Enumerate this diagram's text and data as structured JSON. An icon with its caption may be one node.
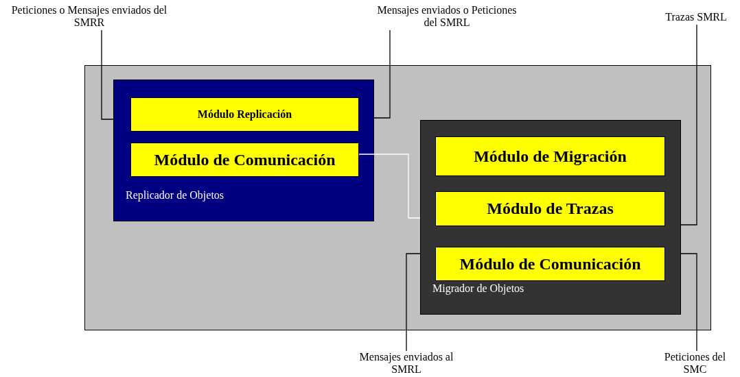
{
  "diagram": {
    "nodes": [
      {
        "text": [],
        "shape": "box"
      },
      {
        "text": [
          "Replicador de Objetos"
        ],
        "in": 0
      },
      {
        "text": [
          "Módulo Replicación"
        ],
        "in": 1
      },
      {
        "text": [
          "Módulo de Comunicación"
        ],
        "in": 1
      },
      {
        "text": [
          "Migrador de Objetos"
        ],
        "in": 0
      },
      {
        "text": [
          "Módulo de Migración"
        ],
        "in": 4
      },
      {
        "text": [
          "Módulo de Trazas"
        ],
        "in": 4
      },
      {
        "text": [
          "Módulo de Comunicación"
        ],
        "in": 4
      },
      {
        "text": [
          "Peticiones o Mensajes enviados del SMRR"
        ]
      },
      {
        "text": [
          "Mensajes enviados o Peticiones del SMRL"
        ]
      },
      {
        "text": [
          "Trazas SMRL"
        ]
      },
      {
        "text": [
          "Mensajes enviados al SMRL"
        ]
      },
      {
        "text": [
          "Peticiones del SMC"
        ]
      }
    ],
    "edges": [
      {
        "from": 8,
        "to": 1,
        "arrow": "none"
      },
      {
        "from": 9,
        "to": 1,
        "arrow": "none"
      },
      {
        "from": 10,
        "to": 4,
        "arrow": "none"
      },
      {
        "from": 3,
        "to": 4,
        "arrow": "none",
        "color": "#ffffff"
      },
      {
        "from": 11,
        "to": 4,
        "arrow": "none"
      },
      {
        "from": 12,
        "to": 4,
        "arrow": "none"
      }
    ]
  }
}
